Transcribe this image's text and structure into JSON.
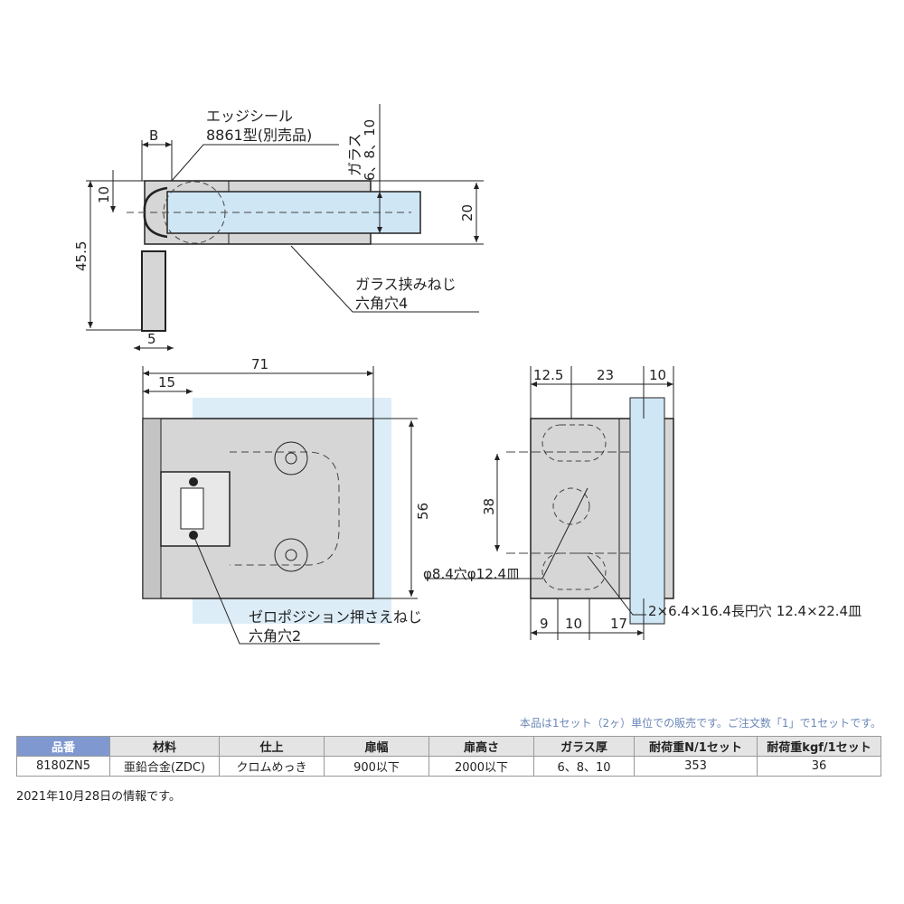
{
  "top_view": {
    "edge_seal_label": "エッジシール",
    "edge_seal_model": "8861型(別売品)",
    "glass_label": "ガラス",
    "glass_thickness": "6、8、10",
    "screw_label": "ガラス挟みねじ",
    "screw_hex": "六角穴4",
    "dims": {
      "b": "B",
      "ten": "10",
      "total_height": "45.5",
      "body": "20",
      "plate": "5"
    }
  },
  "front_view": {
    "dims": {
      "width": "71",
      "offset": "15",
      "height": "56"
    },
    "screw_label": "ゼロポジション押さえねじ",
    "screw_hex": "六角穴2"
  },
  "side_view": {
    "dims": {
      "top_a": "12.5",
      "top_b": "23",
      "top_c": "10",
      "pitch": "38",
      "bot_a": "9",
      "bot_b": "10",
      "bot_c": "17"
    },
    "hole_label": "φ8.4穴φ12.4皿",
    "slot_label": "2×6.4×16.4長円穴 12.4×22.4皿"
  },
  "note": "本品は1セット（2ヶ）単位での販売です。ご注文数「1」で1セットです。",
  "table": {
    "headers": [
      "品番",
      "材料",
      "仕上",
      "扉幅",
      "扉高さ",
      "ガラス厚",
      "耐荷重N/1セット",
      "耐荷重kgf/1セット"
    ],
    "row": [
      "8180ZN5",
      "亜鉛合金(ZDC)",
      "クロムめっき",
      "900以下",
      "2000以下",
      "6、8、10",
      "353",
      "36"
    ]
  },
  "footer": "2021年10月28日の情報です。",
  "colors": {
    "glass": "#cfe6f5",
    "metal": "#d6d6d6",
    "header_accent": "#7f98cf"
  }
}
